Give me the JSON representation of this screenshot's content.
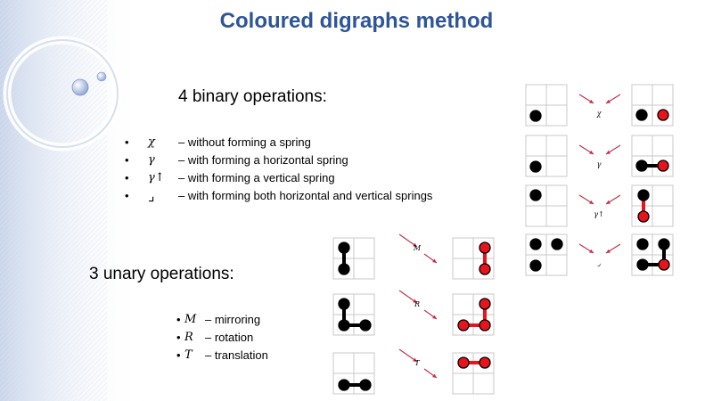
{
  "title": "Coloured digraphs method",
  "binary": {
    "heading": "4 binary operations:",
    "items": [
      {
        "symbol": "χ",
        "desc": "– without forming a spring"
      },
      {
        "symbol": "γ",
        "desc": "– with forming a horizontal spring"
      },
      {
        "symbol": "γ↑",
        "desc": "– with forming a vertical spring"
      },
      {
        "symbol": "⌟",
        "desc": "– with forming both horizontal and vertical springs"
      }
    ]
  },
  "unary": {
    "heading": "3 unary operations:",
    "items": [
      {
        "symbol": "M",
        "desc": "– mirroring"
      },
      {
        "symbol": "R",
        "desc": "– rotation"
      },
      {
        "symbol": "T",
        "desc": "– translation"
      }
    ]
  },
  "binary_op_labels": [
    "χ",
    "γ",
    "γ↑",
    "⌟"
  ],
  "unary_op_labels": [
    "M",
    "R",
    "T"
  ],
  "colors": {
    "title": "#2e5597",
    "red_node": "#e8141c",
    "black_node": "#000000",
    "arrow": "#c0304a",
    "grid": "#c8c8c8"
  },
  "bullet": "•"
}
